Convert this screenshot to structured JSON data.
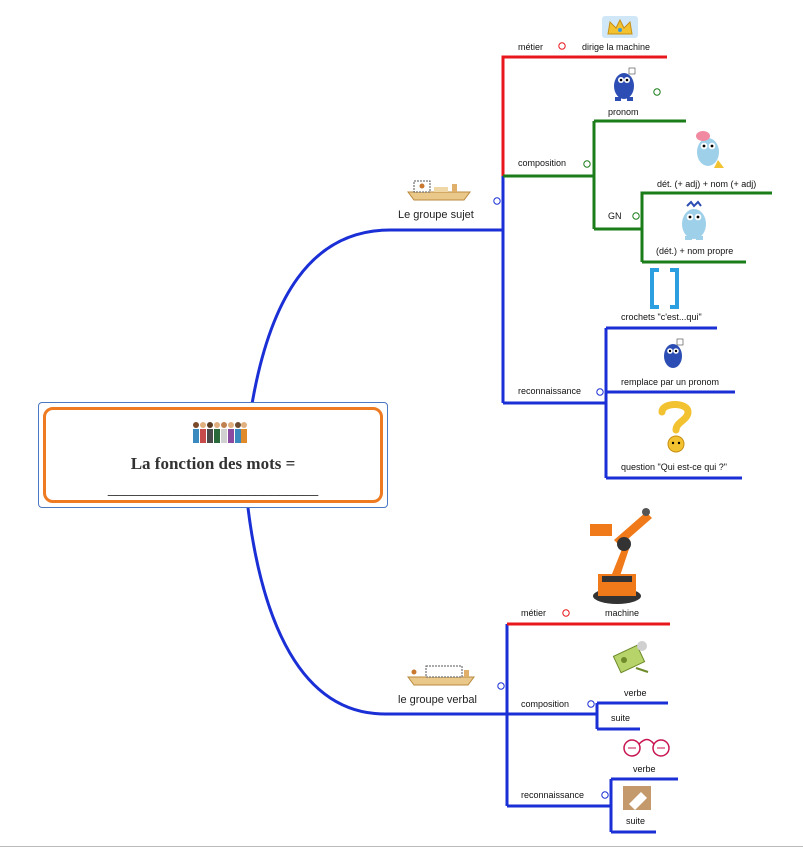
{
  "root": {
    "title": "La fonction des mots =",
    "blank": "___________________________"
  },
  "branches": {
    "sujet": {
      "label": "Le groupe sujet",
      "metier": {
        "label": "métier",
        "value": "dirige la machine"
      },
      "composition": {
        "label": "composition",
        "pronom": "pronom",
        "gn": {
          "label": "GN",
          "option1": "dét. (+ adj) + nom (+ adj)",
          "option2": "(dét.) + nom propre"
        }
      },
      "reconnaissance": {
        "label": "reconnaissance",
        "item1": "crochets \"c'est...qui\"",
        "item2": "remplace par un pronom",
        "item3": "question \"Qui est-ce qui ?\""
      }
    },
    "verbal": {
      "label": "le groupe verbal",
      "metier": {
        "label": "métier",
        "value": "machine"
      },
      "composition": {
        "label": "composition",
        "item1": "verbe",
        "item2": "suite"
      },
      "reconnaissance": {
        "label": "reconnaissance",
        "item1": "verbe",
        "item2": "suite"
      }
    }
  },
  "colors": {
    "blue": "#1a2fd6",
    "red": "#e8171c",
    "green": "#1a7d1a",
    "orange": "#ee7a22"
  },
  "icons": [
    "people-group-icon",
    "boat-sujet-icon",
    "boat-verbal-icon",
    "crown-icon",
    "pronoun-character-icon",
    "gn-character-icon",
    "proper-noun-character-icon",
    "brackets-icon",
    "question-mark-icon",
    "robot-arm-icon",
    "verb-machine-icon",
    "recognition-circles-icon",
    "eraser-icon"
  ]
}
